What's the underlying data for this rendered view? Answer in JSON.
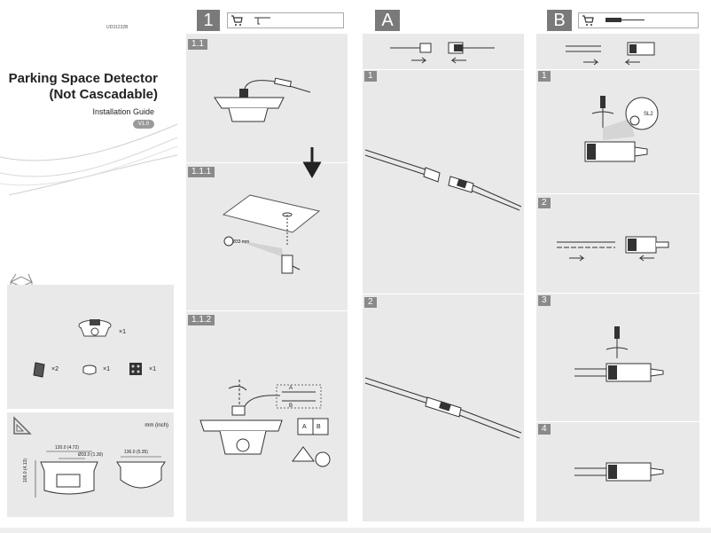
{
  "cover": {
    "code": "UD31232B",
    "title_line1": "Parking Space Detector",
    "title_line2": "(Not Cascadable)",
    "subtitle": "Installation Guide",
    "version": "V1.0"
  },
  "contents": {
    "items": [
      {
        "icon": "detector-icon",
        "qty": "×1"
      },
      {
        "icon": "drill-template-icon",
        "qty": "×2"
      },
      {
        "icon": "ring-icon",
        "qty": "×1"
      },
      {
        "icon": "screw-pack-icon",
        "qty": "×1"
      }
    ]
  },
  "dimensions": {
    "unit": "mm (inch)",
    "width1": "120.0 (4.72)",
    "hole": "Ø33.0 (1.30)",
    "width2": "136.0 (5.35)",
    "height": "105.0 (4.13)"
  },
  "col1": {
    "badge": "1",
    "steps": [
      "1.1",
      "1.1.1",
      "1.1.2"
    ],
    "hole_size": "Ø33 mm",
    "letter_a": "A",
    "letter_b": "B"
  },
  "colA": {
    "badge": "A",
    "steps": [
      "1",
      "2"
    ]
  },
  "colB": {
    "badge": "B",
    "steps": [
      "1",
      "2",
      "3",
      "4"
    ],
    "sl_label": "SL2"
  }
}
